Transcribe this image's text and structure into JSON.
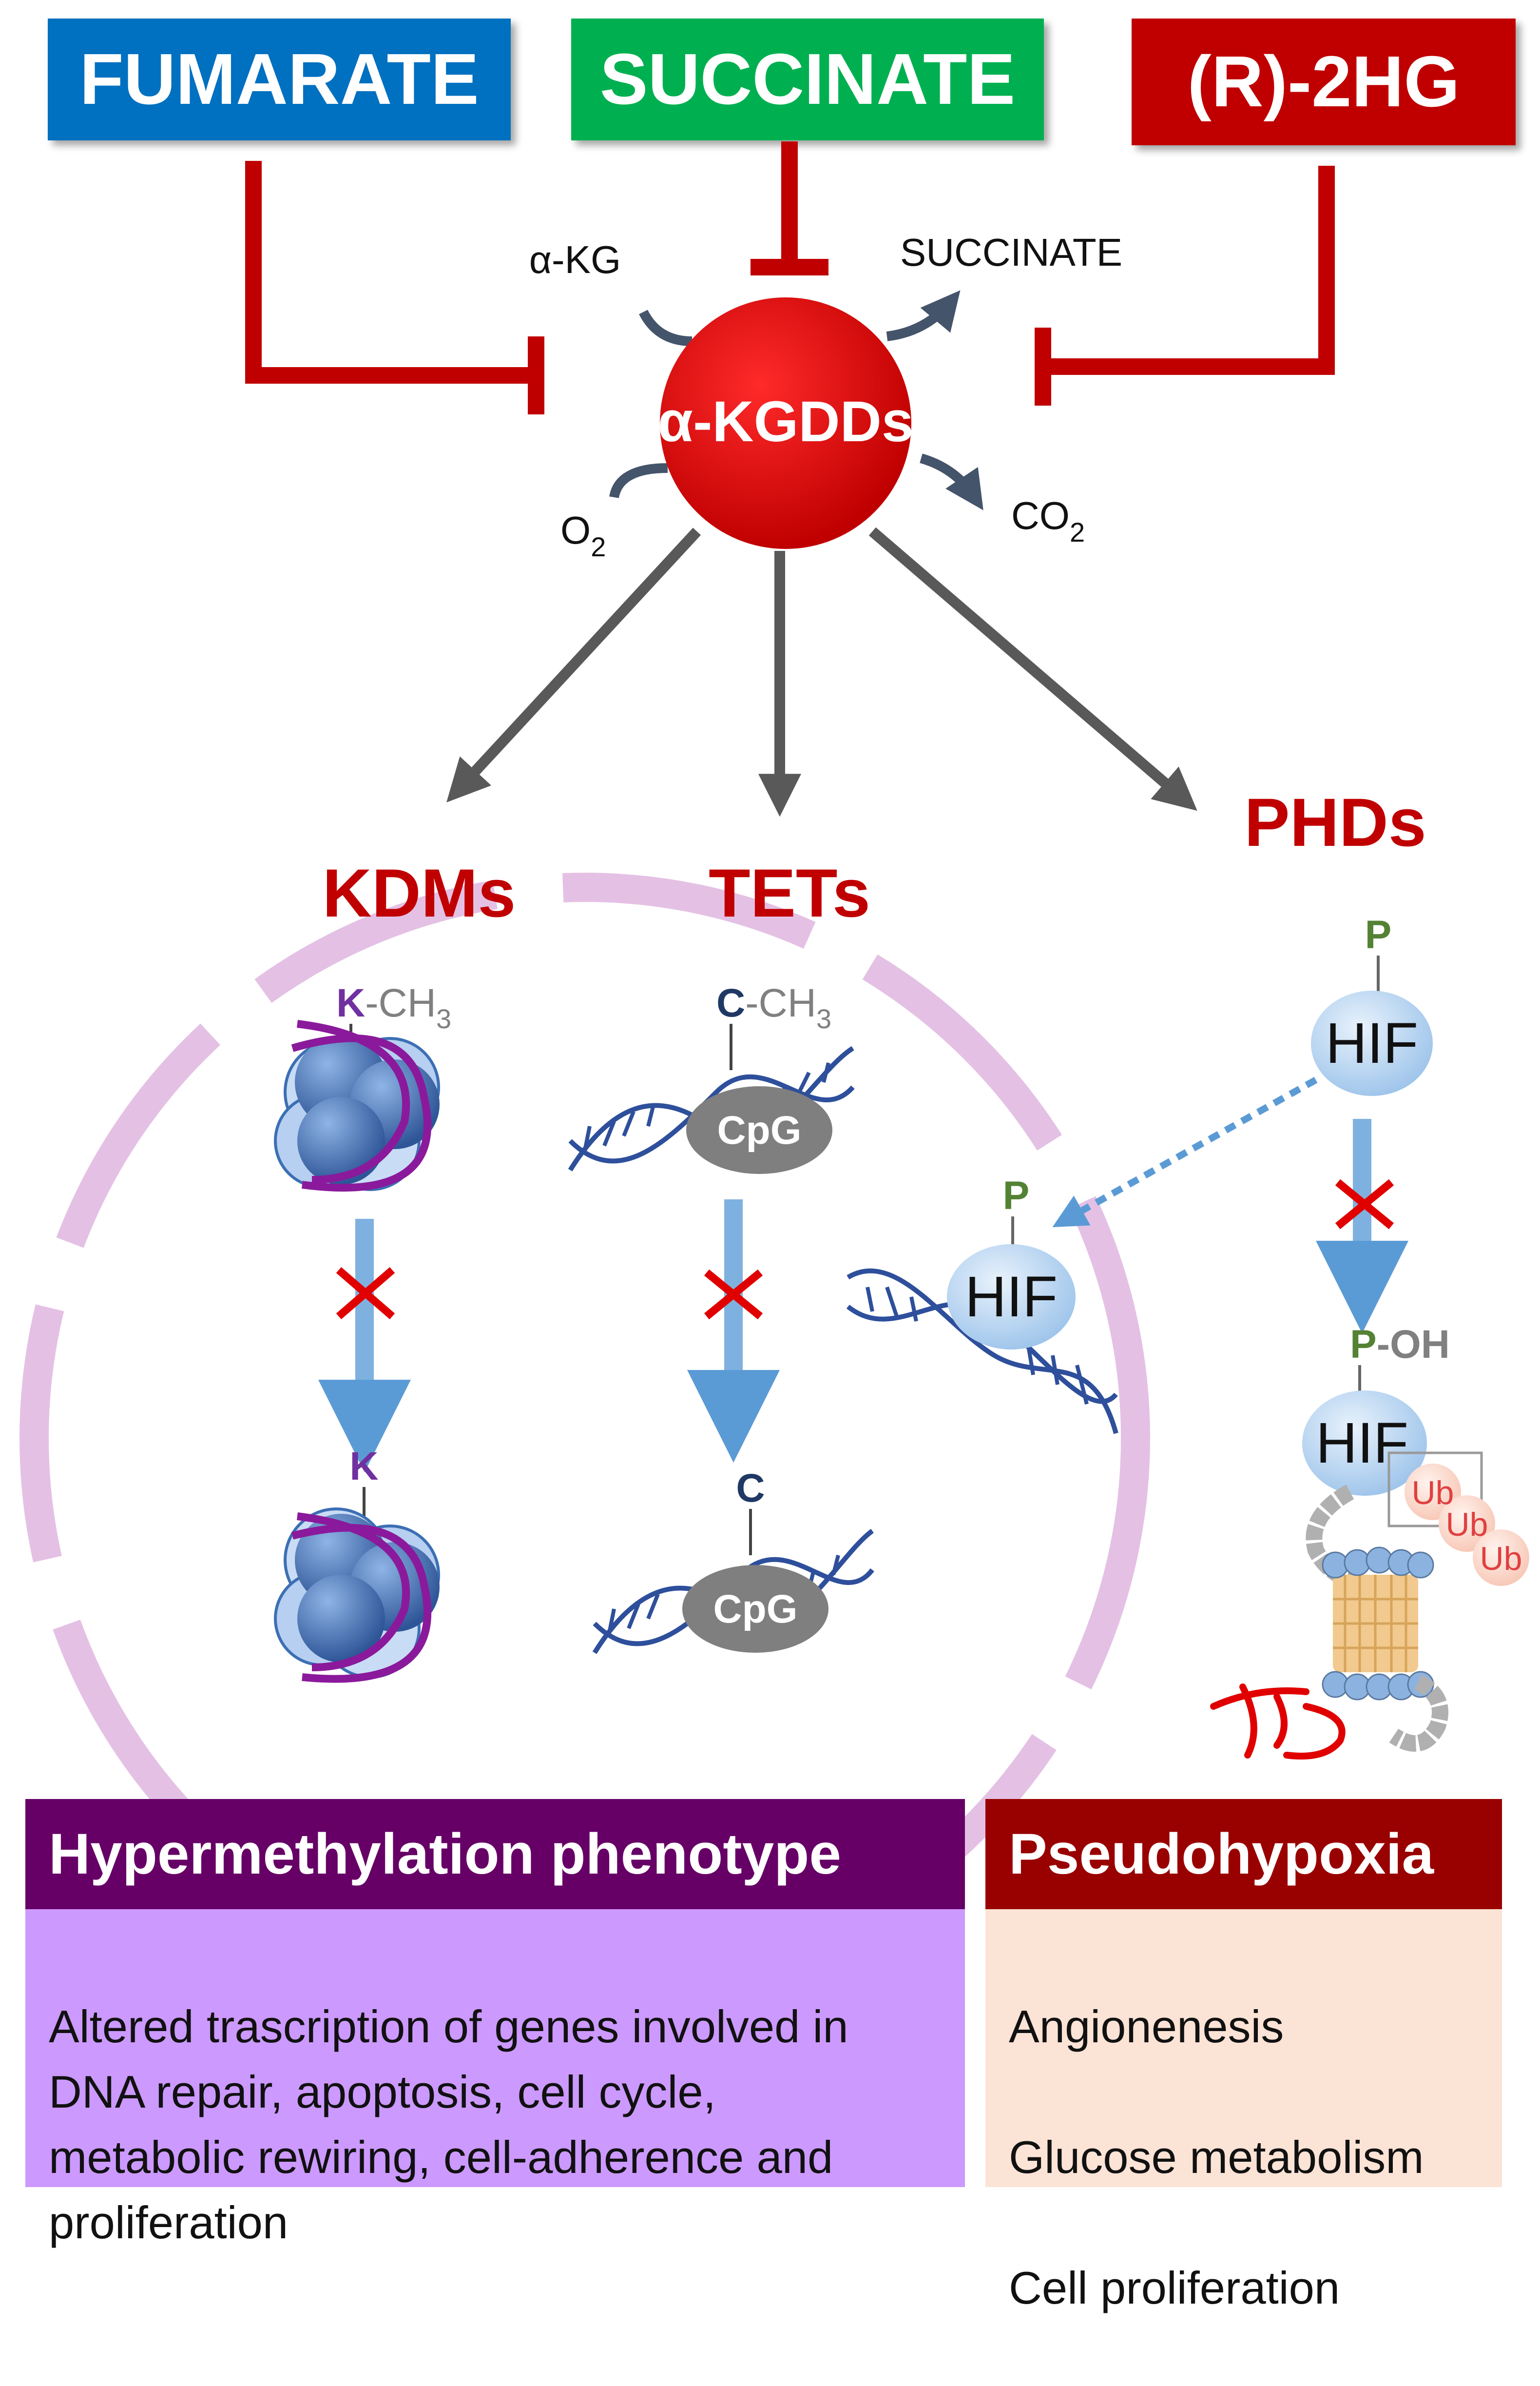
{
  "inputs": {
    "fumarate": "FUMARATE",
    "succinate": "SUCCINATE",
    "r2hg": "(R)-2HG"
  },
  "enzyme": {
    "label": "α-KGDDs",
    "substrate_akg": "α-KG",
    "product_succinate": "SUCCINATE",
    "substrate_o2": "O",
    "o2_sub": "2",
    "product_co2": "CO",
    "co2_sub": "2"
  },
  "targets": {
    "kdms": "KDMs",
    "tets": "TETs",
    "phds": "PHDs"
  },
  "kdm_panel": {
    "top_mark": "K",
    "top_suffix": "-CH",
    "top_sub": "3",
    "bottom_mark": "K"
  },
  "tet_panel": {
    "top_mark": "C",
    "top_suffix": "-CH",
    "top_sub": "3",
    "top_cpg": "CpG",
    "bottom_mark": "C",
    "bottom_cpg": "CpG"
  },
  "phd_panel": {
    "p_label": "P",
    "hif_label": "HIF",
    "dna_p_label": "P",
    "dna_hif_label": "HIF",
    "hydroxyl_p": "P",
    "hydroxyl_suffix": "-OH",
    "bottom_hif_label": "HIF",
    "ub_labels": [
      "Ub",
      "Ub",
      "Ub"
    ]
  },
  "outcomes": {
    "hypermethylation_title": "Hypermethylation phenotype",
    "hypermethylation_text": "Altered trascription of genes involved in\nDNA repair, apoptosis, cell cycle,\nmetabolic rewiring, cell-adherence and\nproliferation",
    "pseudohypoxia_title": "Pseudohypoxia",
    "pseudohypoxia_items": [
      "Angionenesis",
      "Glucose metabolism",
      "Cell proliferation"
    ]
  },
  "colors": {
    "fumarate": "#0070c0",
    "succinate": "#00b050",
    "r2hg": "#c00000",
    "inhibit": "#c00000",
    "enzyme": "#d40000",
    "hypermethylation_head": "#660066",
    "hypermethylation_body": "#cc99ff",
    "pseudohypoxia_head": "#990000",
    "pseudohypoxia_body": "#fbe3d6",
    "block_arrow": "#7fb1e0",
    "cross": "#e00000",
    "nucleus": "#d9a6d9"
  }
}
